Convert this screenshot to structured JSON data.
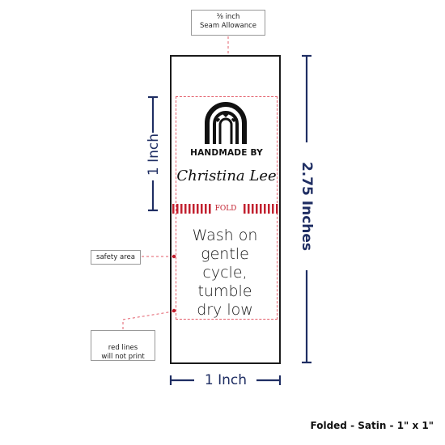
{
  "callouts": {
    "seam_fraction": "⅜ inch",
    "seam_text": "Seam Allowance",
    "safety_area": "safety area",
    "red_lines": "red lines\nwill not print"
  },
  "label": {
    "handmade_by": "HANDMADE BY",
    "name": "Christina Lee",
    "fold": "FOLD",
    "care_text": "Wash on\ngentle\ncycle,\ntumble\ndry low"
  },
  "dimensions": {
    "height_left": "1 Inch",
    "height_right": "2.75 Inches",
    "width_bottom": "1 Inch"
  },
  "footer": "Folded - Satin - 1\" x 1\"",
  "colors": {
    "dimension": "#1f2e63",
    "guide_red": "#c2202f",
    "safety_dash": "#e35d6a"
  },
  "icons": [
    "rainbow-hearts-icon"
  ]
}
